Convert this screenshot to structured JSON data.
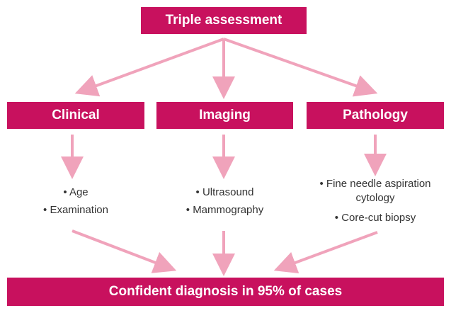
{
  "diagram": {
    "top": "Triple assessment",
    "categories": [
      {
        "label": "Clinical",
        "items": [
          "Age",
          "Examination"
        ]
      },
      {
        "label": "Imaging",
        "items": [
          "Ultrasound",
          "Mammography"
        ]
      },
      {
        "label": "Pathology",
        "items": [
          "Fine needle aspiration cytology",
          "Core-cut biopsy"
        ]
      }
    ],
    "bottom": "Confident diagnosis in 95% of cases"
  },
  "colors": {
    "box": "#c8115e",
    "arrow": "#f0a3bb",
    "text": "#333333"
  }
}
